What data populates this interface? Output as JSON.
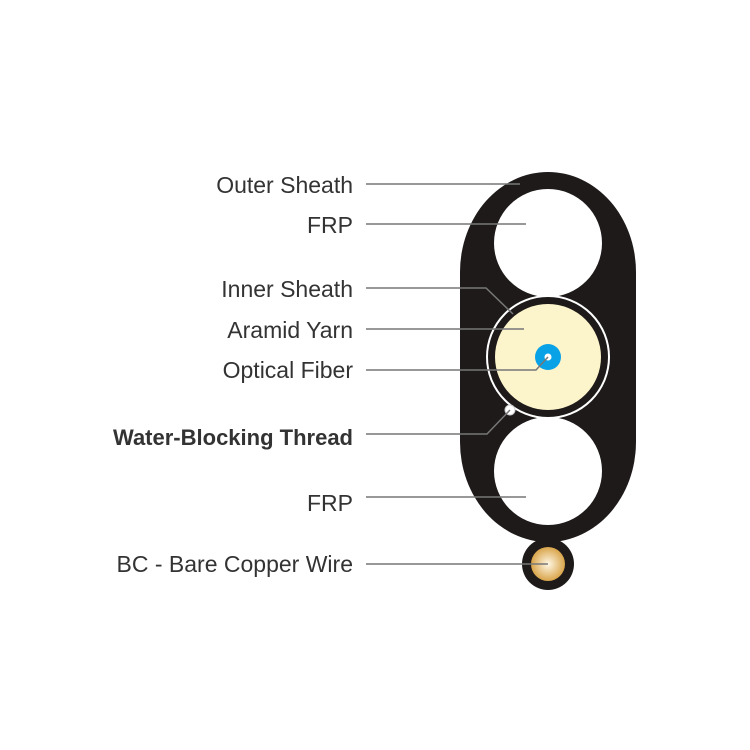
{
  "labels": {
    "outer_sheath": "Outer Sheath",
    "frp_top": "FRP",
    "inner_sheath": "Inner Sheath",
    "aramid_yarn": "Aramid Yarn",
    "optical_fiber": "Optical Fiber",
    "water_blocking_thread": "Water-Blocking Thread",
    "frp_bottom": "FRP",
    "bare_copper_wire": "BC - Bare Copper Wire"
  },
  "colors": {
    "sheath": "#1e1a19",
    "aramid": "#fcf5cc",
    "fiber": "#0aa2e6",
    "copper": "#e3b45e",
    "leader": "#777777"
  }
}
